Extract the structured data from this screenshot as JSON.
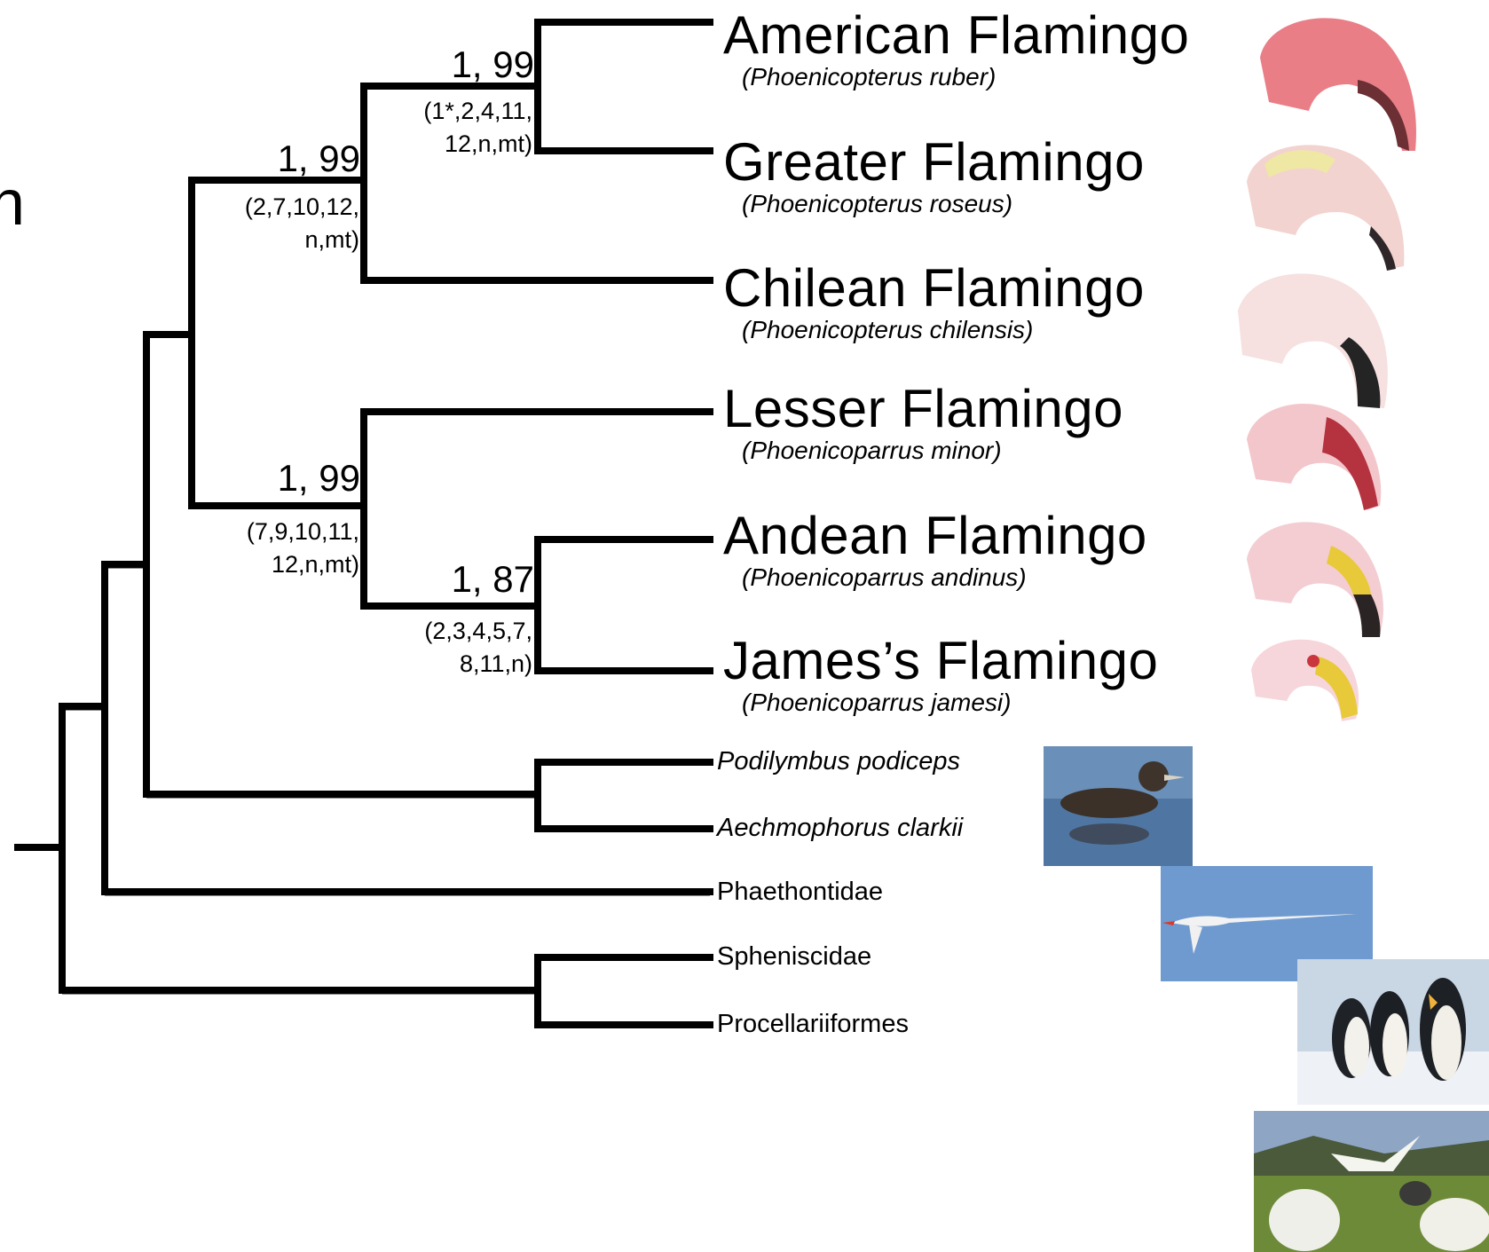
{
  "edge_char": "n",
  "clades": {
    "phoenicopterus": {
      "support": "1, 99",
      "evidence": [
        "(2,7,10,12,",
        "n,mt)"
      ]
    },
    "ruber_roseus": {
      "support": "1, 99",
      "evidence": [
        "(1*,2,4,11,",
        "12,n,mt)"
      ]
    },
    "phoenicoparrus": {
      "support": "1, 99",
      "evidence": [
        "(7,9,10,11,",
        "12,n,mt)"
      ]
    },
    "andinus_jamesi": {
      "support": "1, 87",
      "evidence": [
        "(2,3,4,5,7,",
        "8,11,n)"
      ]
    }
  },
  "taxa": [
    {
      "common": "American Flamingo",
      "scientific": "(Phoenicopterus ruber)",
      "head_icon": "american-flamingo-head",
      "bill_color": "#6b2f34",
      "face_color": "#e8707a"
    },
    {
      "common": "Greater Flamingo",
      "scientific": "(Phoenicopterus roseus)",
      "head_icon": "greater-flamingo-head",
      "bill_color": "#2e2628",
      "face_color": "#f2d3cf"
    },
    {
      "common": "Chilean Flamingo",
      "scientific": "(Phoenicopterus chilensis)",
      "head_icon": "chilean-flamingo-head",
      "bill_color": "#242424",
      "face_color": "#f6e0e0"
    },
    {
      "common": "Lesser Flamingo",
      "scientific": "(Phoenicoparrus minor)",
      "head_icon": "lesser-flamingo-head",
      "bill_color": "#b5323f",
      "face_color": "#f3c6cb"
    },
    {
      "common": "Andean Flamingo",
      "scientific": "(Phoenicoparrus andinus)",
      "head_icon": "andean-flamingo-head",
      "bill_color": "#2a2425",
      "face_color": "#f3cdd2"
    },
    {
      "common": "James’s Flamingo",
      "scientific": "(Phoenicoparrus jamesi)",
      "head_icon": "james-flamingo-head",
      "bill_color": "#e8c93a",
      "face_color": "#f6d6da"
    }
  ],
  "outgroups": [
    {
      "name": "Podilymbus podiceps"
    },
    {
      "name": "Aechmophorus clarkii"
    },
    {
      "name": "Phaethontidae"
    },
    {
      "name": "Spheniscidae"
    },
    {
      "name": "Procellariiformes"
    }
  ],
  "photos": [
    {
      "subject": "grebe-photo",
      "sky": "#6a8fb8"
    },
    {
      "subject": "tropicbird-photo",
      "sky": "#6f9ad0"
    },
    {
      "subject": "penguin-photo",
      "sky": "#c9d6e4"
    },
    {
      "subject": "albatross-photo",
      "sky": "#8ea6c4"
    }
  ]
}
